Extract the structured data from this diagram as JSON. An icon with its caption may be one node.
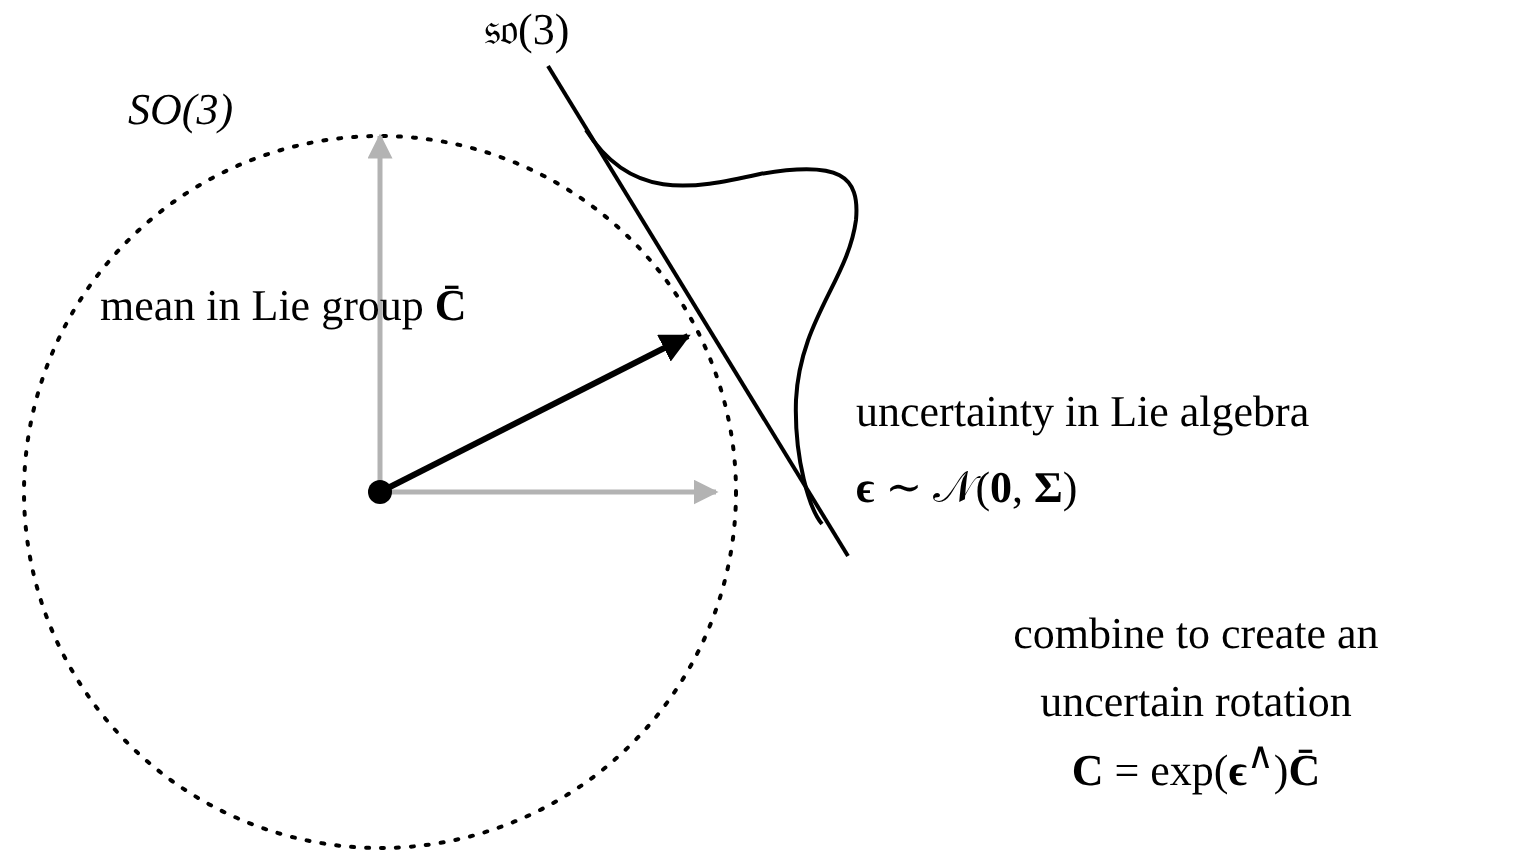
{
  "diagram": {
    "labels": [
      "SO(3)",
      "𝔰𝔬(3)",
      "mean in Lie group **C̄**",
      "uncertainty in Lie algebra",
      "**ϵ** ∼ 𝒩(**0**, **Σ**)",
      "combine to create an uncertain rotation",
      "**C** = exp(**ϵ**$^{∧}$)**C̄**"
    ]
  }
}
